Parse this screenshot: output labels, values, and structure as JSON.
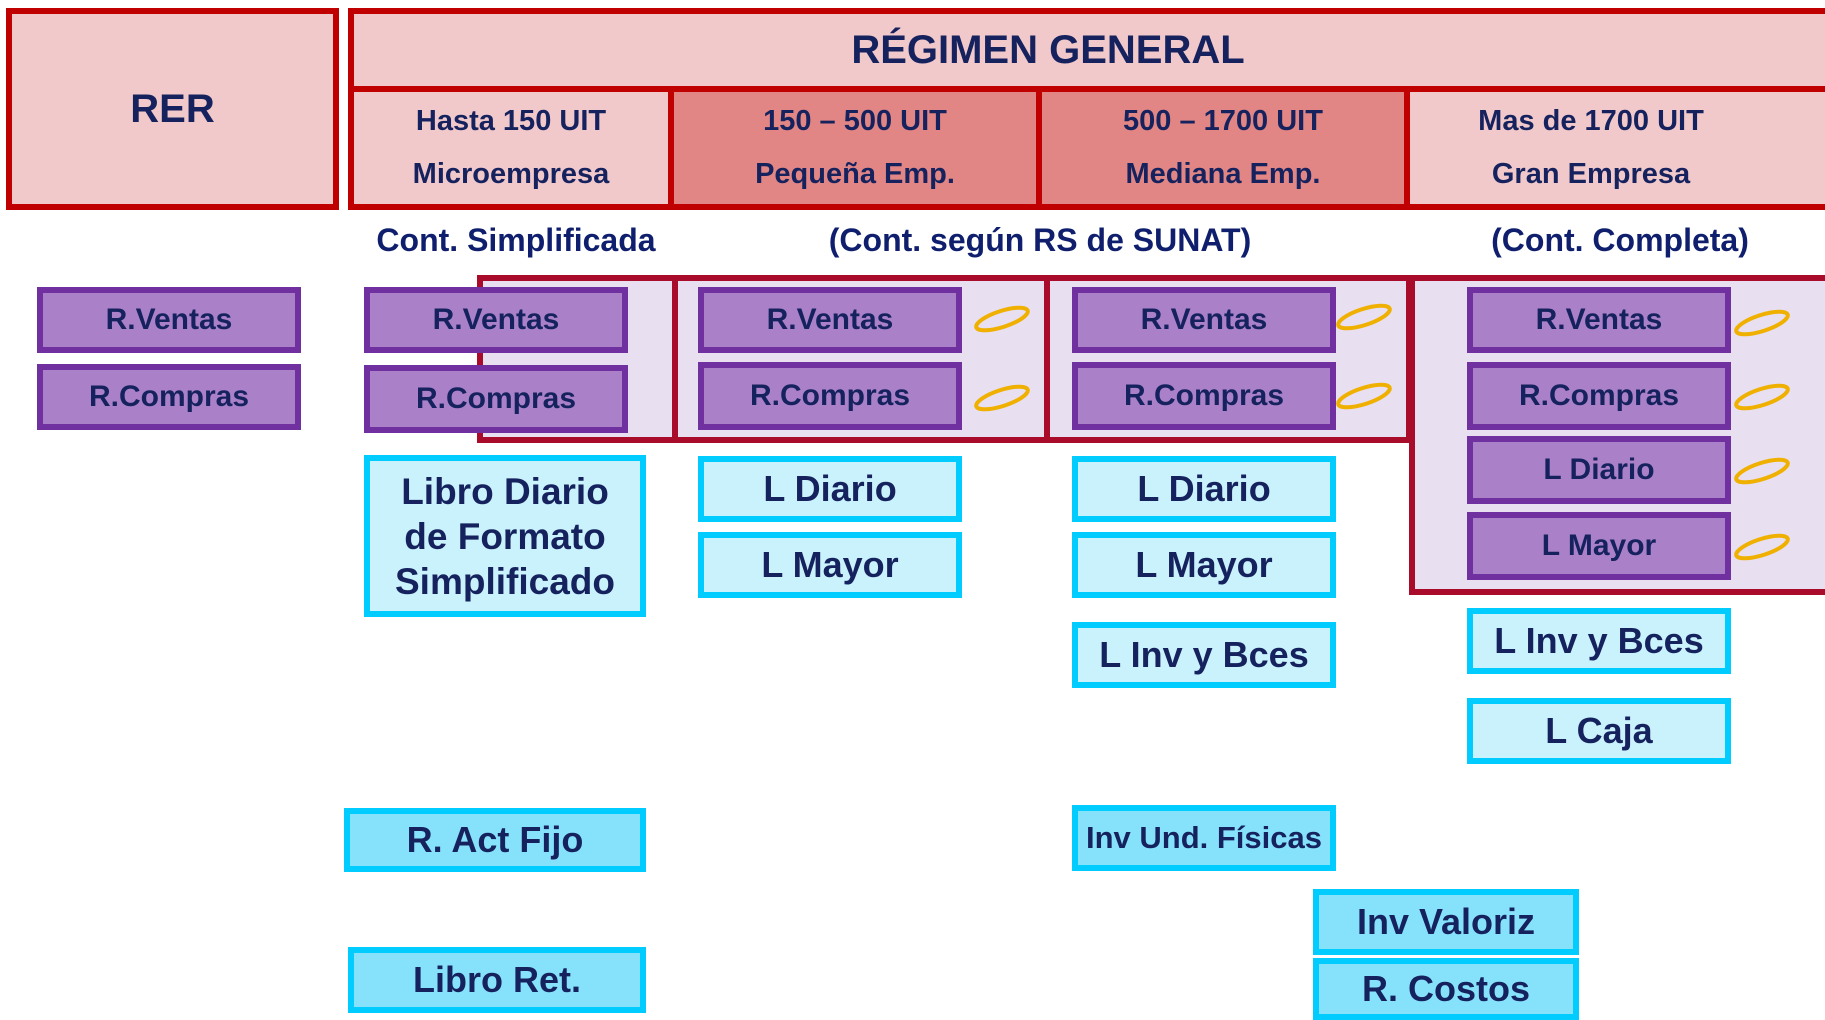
{
  "rer": {
    "title": "RER"
  },
  "regimen": {
    "title": "RÉGIMEN GENERAL"
  },
  "columns": [
    {
      "range": "Hasta 150 UIT",
      "size": "Microempresa"
    },
    {
      "range": "150 – 500 UIT",
      "size": "Pequeña Emp."
    },
    {
      "range": "500 – 1700 UIT",
      "size": "Mediana Emp."
    },
    {
      "range": "Mas de 1700  UIT",
      "size": "Gran Empresa"
    }
  ],
  "captions": {
    "simplificada": "Cont. Simplificada",
    "sunat": "(Cont. según RS de SUNAT)",
    "completa": "(Cont. Completa)"
  },
  "registros": {
    "ventas": "R.Ventas",
    "compras": "R.Compras",
    "diario": "L Diario",
    "mayor": "L Mayor"
  },
  "libros": {
    "diario_simplificado": "Libro Diario de Formato Simplificado",
    "diario": "L Diario",
    "mayor": "L Mayor",
    "inv_bces": "L Inv y Bces",
    "caja": "L Caja",
    "act_fijo": "R. Act Fijo",
    "ret": "Libro Ret.",
    "inv_und": "Inv  Und. Físicas",
    "inv_valoriz": "Inv  Valoriz",
    "costos": "R. Costos"
  },
  "colors": {
    "header_border": "#c00000",
    "header_fill": "#f1c9cb",
    "header_dark_fill": "#e18684",
    "register_fill": "#aa80c8",
    "register_border": "#7030a0",
    "book_fill": "#c9f2fc",
    "book_border": "#00ccff",
    "text": "#15225e"
  },
  "icons": {
    "electronic": "internet-explorer-icon"
  }
}
